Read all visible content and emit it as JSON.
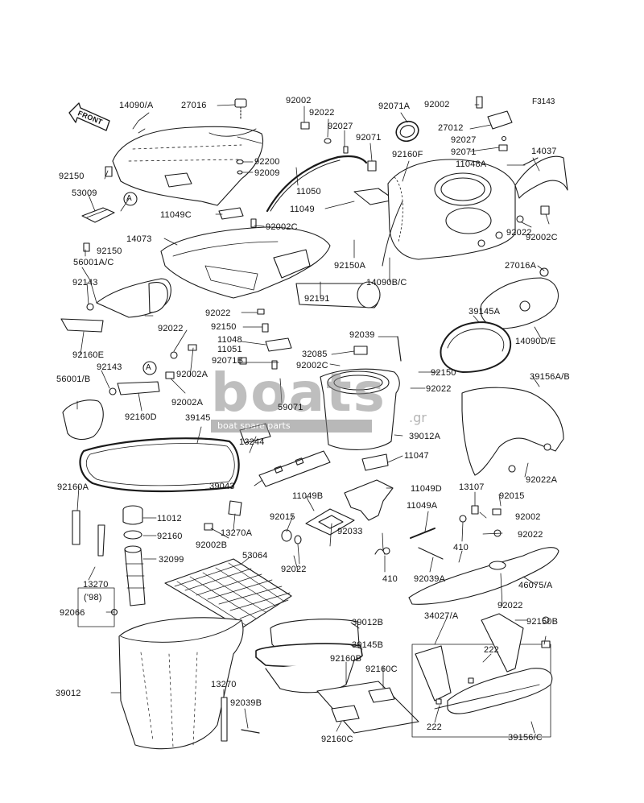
{
  "diagram_code": "F3143",
  "front_label": "FRONT",
  "year_note": "('98)",
  "watermark": {
    "brand": "boats",
    "suffix": ".gr",
    "tagline": "boat spare parts"
  },
  "callout_A": "A",
  "labels": {
    "l14090A": "14090/A",
    "l27016": "27016",
    "l92002a": "92002",
    "l92022a": "92022",
    "l92071A": "92071A",
    "l92002b": "92002",
    "l92027a": "92027",
    "l92071a": "92071",
    "l27012": "27012",
    "l92027b": "92027",
    "l92071b": "92071",
    "l14037": "14037",
    "l11048A": "11048A",
    "l92160F": "92160F",
    "l92200": "92200",
    "l92009": "92009",
    "l92150a": "92150",
    "l53009": "53009",
    "l11050": "11050",
    "l11049C": "11049C",
    "l11049": "11049",
    "l92002C_a": "92002C",
    "l92002C_b": "92002C",
    "l92022b": "92022",
    "l14073": "14073",
    "l92150b": "92150",
    "l56001AC": "56001A/C",
    "l92150A": "92150A",
    "l27016A": "27016A",
    "l14090BC": "14090B/C",
    "l92143a": "92143",
    "l92191": "92191",
    "l39145A": "39145A",
    "l92022c": "92022",
    "l92150c": "92150",
    "l14090DE": "14090D/E",
    "l92022d": "92022",
    "l11048": "11048",
    "l11051": "11051",
    "l92039": "92039",
    "l32085": "32085",
    "l92071B": "92071B",
    "l92002C_c": "92002C",
    "l92160E": "92160E",
    "l92002A_a": "92002A",
    "l92143b": "92143",
    "l92150d": "92150",
    "l39156AB": "39156A/B",
    "l56001B": "56001/B",
    "l92002A_b": "92002A",
    "l59071": "59071",
    "l92022e": "92022",
    "l92160D": "92160D",
    "l39145": "39145",
    "l39012A": "39012A",
    "l13244": "13244",
    "l11047": "11047",
    "l92022A": "92022A",
    "l92015a": "92015",
    "l92160A": "92160A",
    "l39043": "39043",
    "l11049B": "11049B",
    "l11049D": "11049D",
    "l13107": "13107",
    "l11012": "11012",
    "l92002c": "92002",
    "l13270A": "13270A",
    "l92015b": "92015",
    "l11049A": "11049A",
    "l92022f": "92022",
    "l92160": "92160",
    "l92002B": "92002B",
    "l92033": "92033",
    "l410a": "410",
    "l53064": "53064",
    "l32099": "32099",
    "l92022g": "92022",
    "l410b": "410",
    "l92039A": "92039A",
    "l46075A": "46075/A",
    "l13270a": "13270",
    "l92066": "92066",
    "l92022h": "92022",
    "l34027A": "34027/A",
    "l92150B": "92150B",
    "l39012B": "39012B",
    "l39145B": "39145B",
    "l222a": "222",
    "l92160B": "92160B",
    "l92160C_a": "92160C",
    "l39012": "39012",
    "l13270b": "13270",
    "l92039B": "92039B",
    "l222b": "222",
    "l92160C_b": "92160C",
    "l39156C": "39156/C"
  }
}
